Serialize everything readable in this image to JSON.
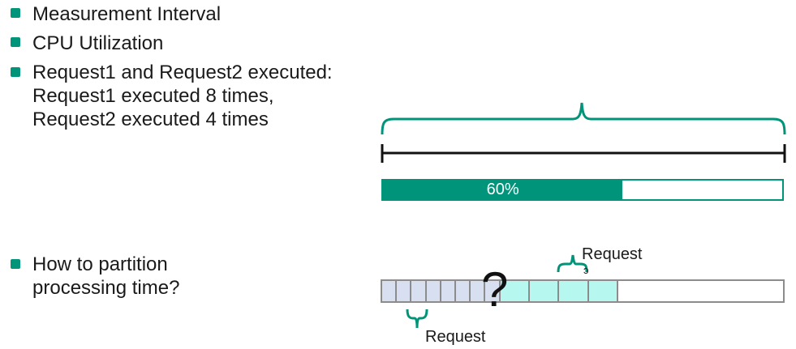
{
  "colors": {
    "accent": "#00947a",
    "request1_fill": "#d8dff0",
    "request2_fill": "#b6f7f0",
    "segment_border": "#8c8c8c"
  },
  "bullets": [
    {
      "lines": [
        "Measurement Interval"
      ]
    },
    {
      "lines": [
        "CPU Utilization"
      ]
    },
    {
      "lines": [
        "Request1 and Request2 executed:",
        "Request1 executed 8 times,",
        "Request2 executed 4 times"
      ]
    },
    {
      "lines": [
        "How to partition",
        "processing time?"
      ]
    }
  ],
  "utilization": {
    "value": 60,
    "label": "60%"
  },
  "requests": {
    "request1_count": 8,
    "request2_count": 4
  },
  "labels": {
    "request_top": "Request",
    "request_bottom": "Request",
    "question_mark": "?",
    "stray_mark": "ɔ"
  }
}
